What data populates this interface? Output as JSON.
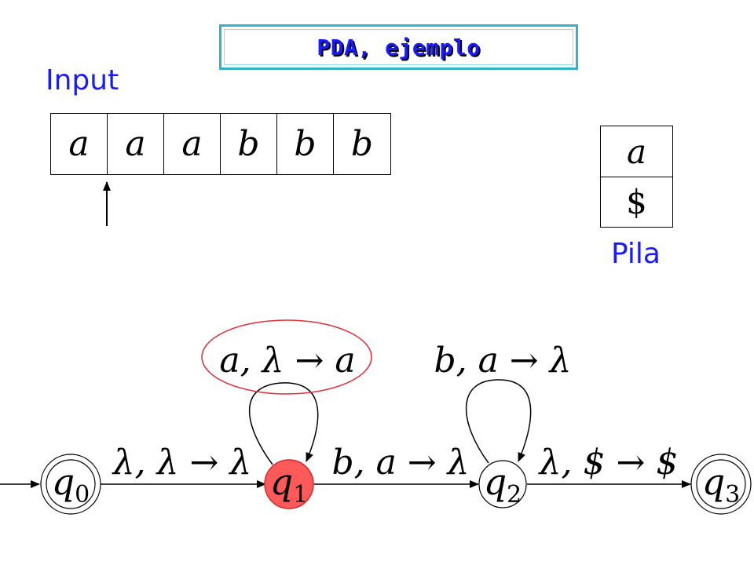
{
  "title": "PDA, ejemplo",
  "input_label": "Input",
  "stack_label": "Pila",
  "tape": [
    "a",
    "a",
    "a",
    "b",
    "b",
    "b"
  ],
  "stack": [
    "a",
    "$"
  ],
  "colors": {
    "title_border": "#2fb5c9",
    "title_text": "#1a1aff",
    "label_blue": "#1a1aff",
    "active_state_fill": "#ff5a5a",
    "highlight_ellipse": "#e0303a"
  },
  "states": [
    {
      "id": "q0",
      "base": "q",
      "sub": "0",
      "accepting": true,
      "active": false
    },
    {
      "id": "q1",
      "base": "q",
      "sub": "1",
      "accepting": false,
      "active": true
    },
    {
      "id": "q2",
      "base": "q",
      "sub": "2",
      "accepting": false,
      "active": false
    },
    {
      "id": "q3",
      "base": "q",
      "sub": "3",
      "accepting": true,
      "active": false
    }
  ],
  "transitions": [
    {
      "from": "q0",
      "to": "q1",
      "label": "λ, λ → λ"
    },
    {
      "from": "q1",
      "to": "q1",
      "label": "a, λ → a",
      "highlighted": true
    },
    {
      "from": "q1",
      "to": "q2",
      "label": "b, a → λ"
    },
    {
      "from": "q2",
      "to": "q2",
      "label": "b, a → λ"
    },
    {
      "from": "q2",
      "to": "q3",
      "label": "λ, $ → $"
    }
  ]
}
